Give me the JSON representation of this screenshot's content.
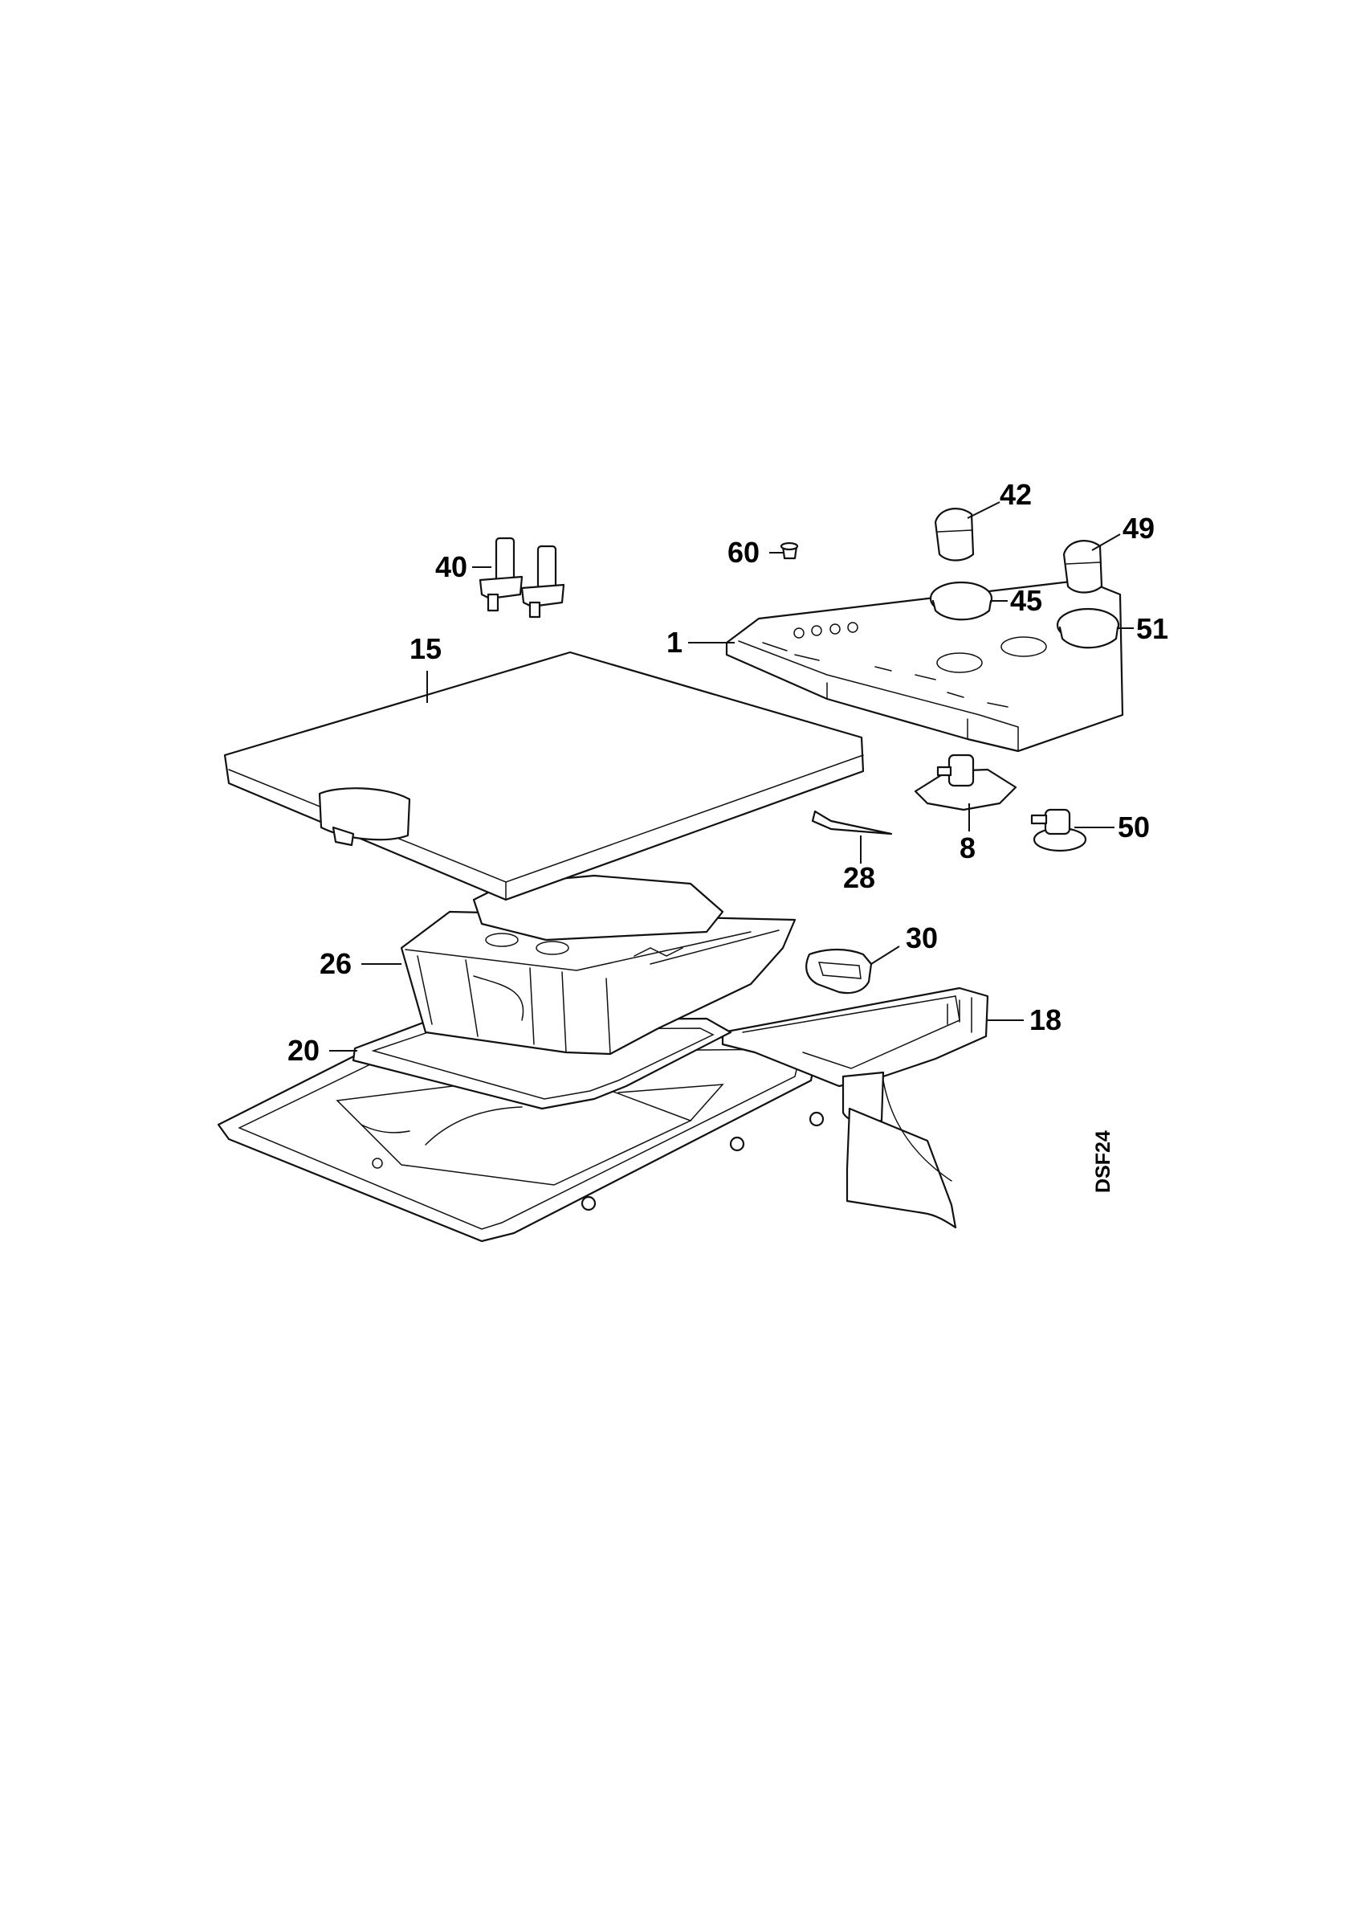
{
  "diagram": {
    "code": "DSF24",
    "callouts": [
      {
        "id": "c40",
        "label": "40"
      },
      {
        "id": "c60",
        "label": "60"
      },
      {
        "id": "c42",
        "label": "42"
      },
      {
        "id": "c49",
        "label": "49"
      },
      {
        "id": "c45",
        "label": "45"
      },
      {
        "id": "c51",
        "label": "51"
      },
      {
        "id": "c15",
        "label": "15"
      },
      {
        "id": "c1",
        "label": "1"
      },
      {
        "id": "c8",
        "label": "8"
      },
      {
        "id": "c50",
        "label": "50"
      },
      {
        "id": "c28",
        "label": "28"
      },
      {
        "id": "c26",
        "label": "26"
      },
      {
        "id": "c30",
        "label": "30"
      },
      {
        "id": "c18",
        "label": "18"
      },
      {
        "id": "c20",
        "label": "20"
      }
    ]
  }
}
